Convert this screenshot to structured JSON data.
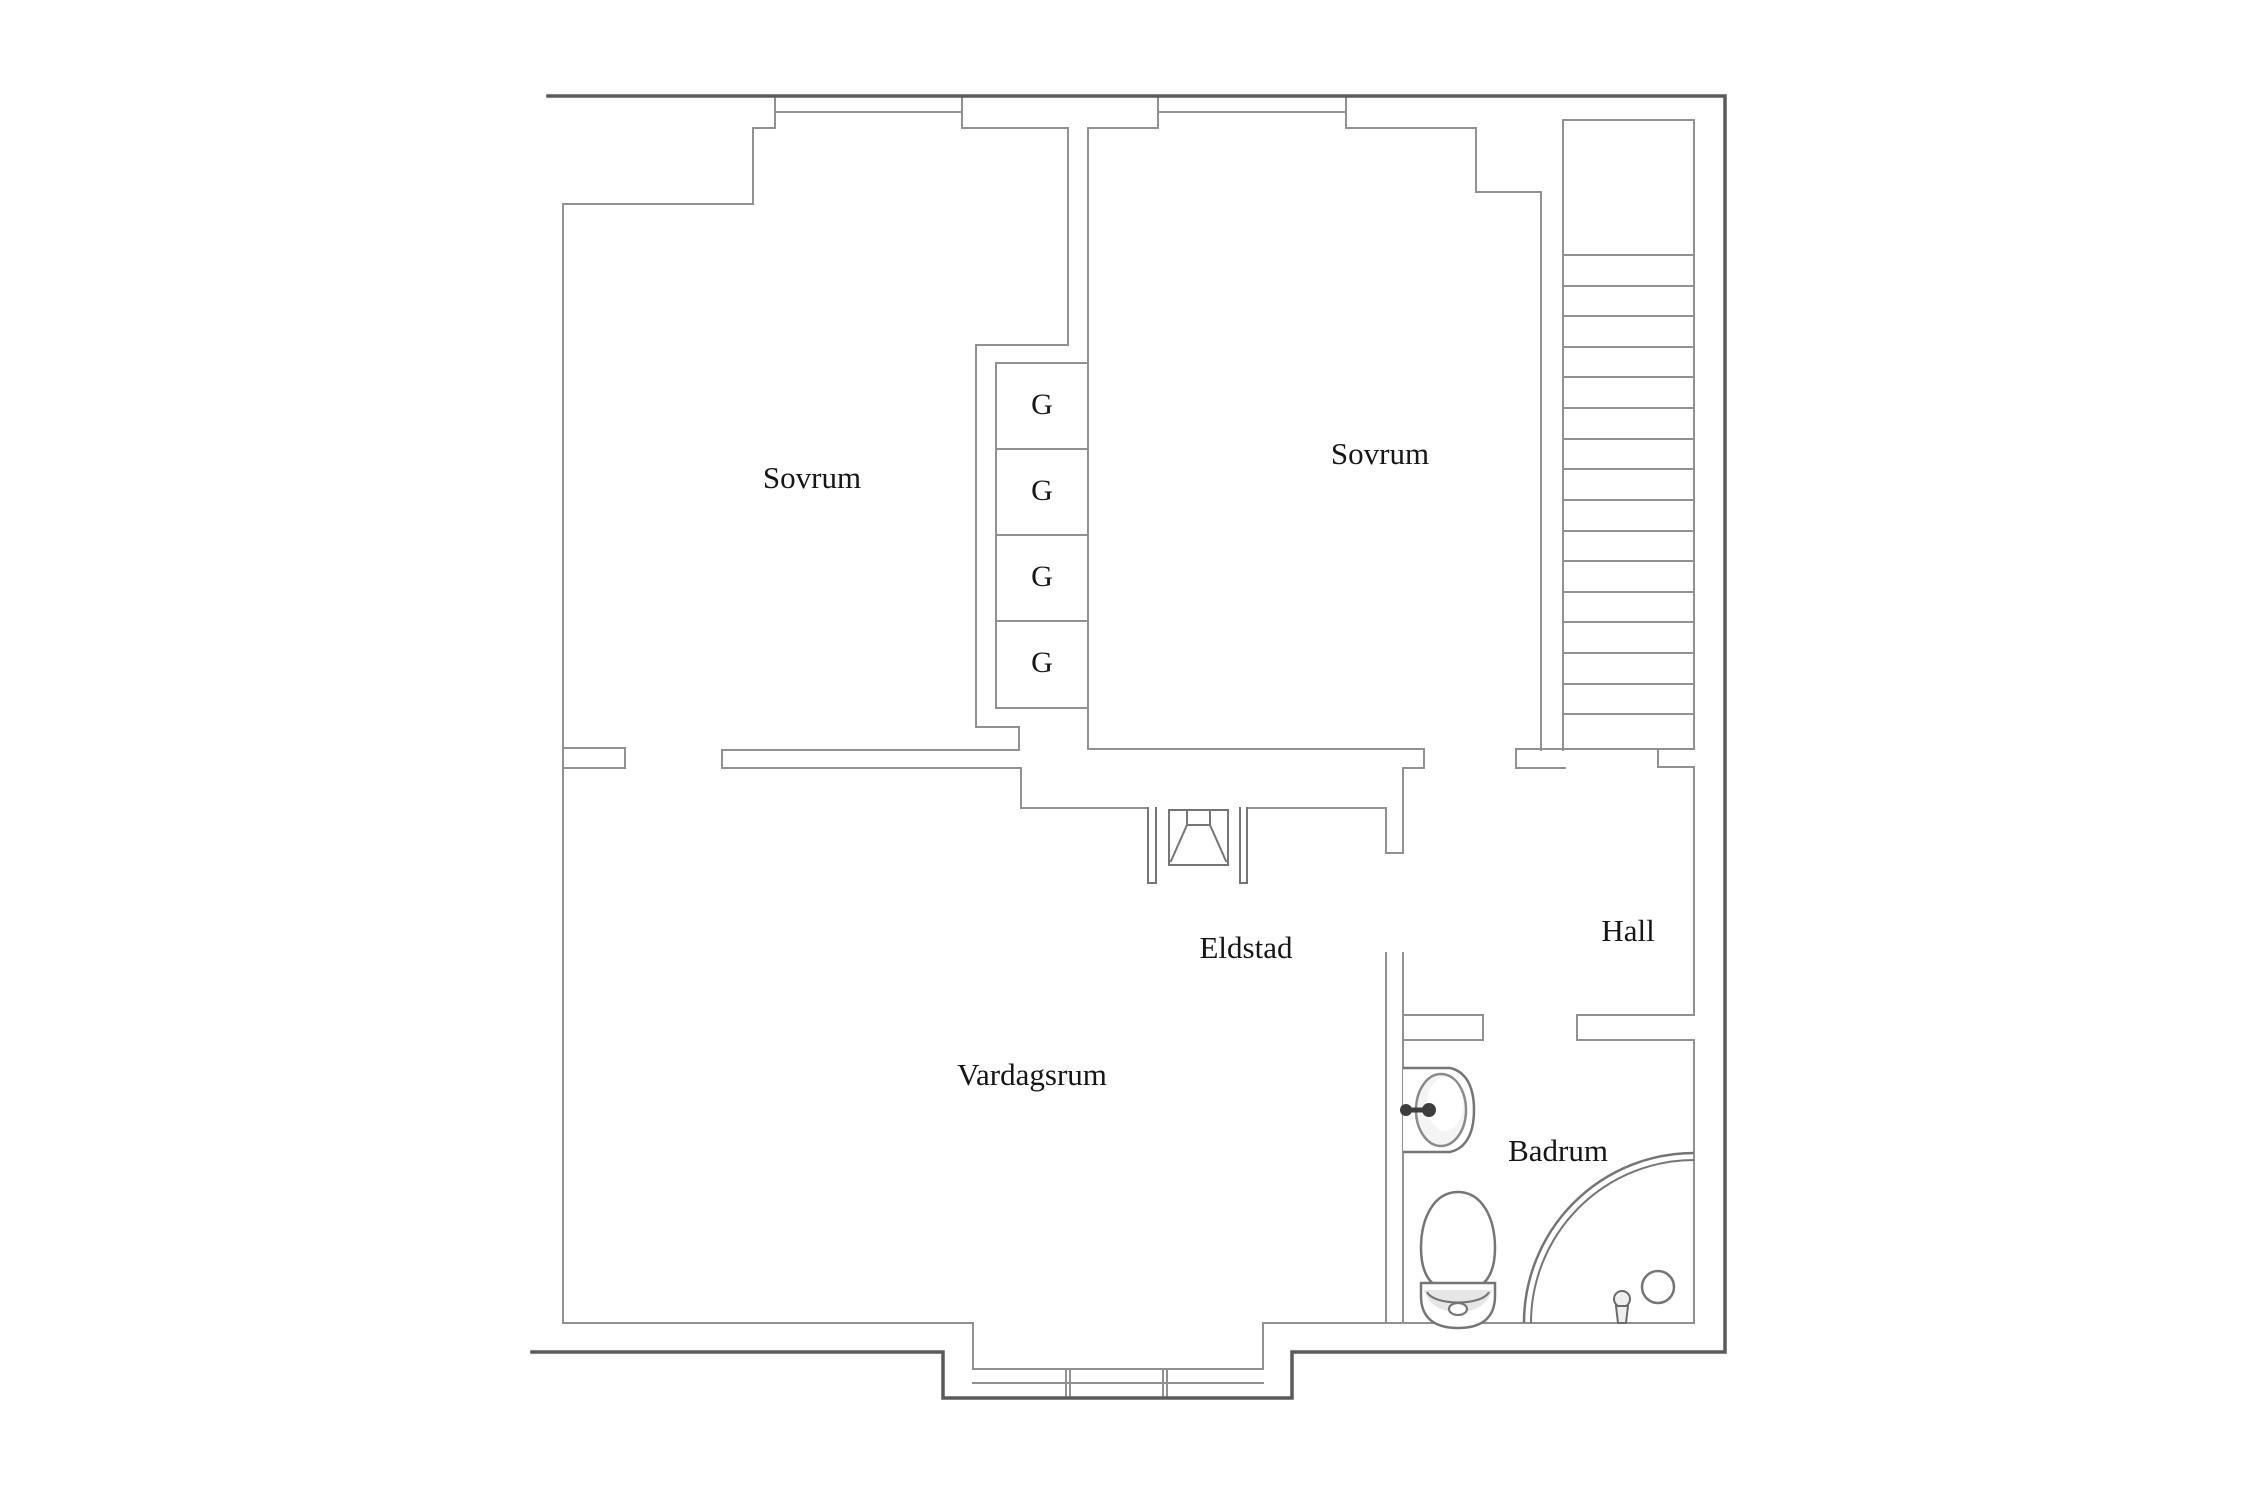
{
  "plan": {
    "title": "apartment-floor-plan",
    "rooms": [
      {
        "id": "sovrum-left",
        "label": "Sovrum"
      },
      {
        "id": "sovrum-right",
        "label": "Sovrum"
      },
      {
        "id": "vardagsrum",
        "label": "Vardagsrum"
      },
      {
        "id": "hall",
        "label": "Hall"
      },
      {
        "id": "badrum",
        "label": "Badrum"
      },
      {
        "id": "eldstad",
        "label": "Eldstad"
      }
    ],
    "closets": {
      "label": "G",
      "count": 4
    },
    "stairs": {
      "tread_count": 16
    },
    "windows": {
      "top_count": 2,
      "bay_section_count": 3
    },
    "fixtures": [
      "fireplace",
      "sink",
      "toilet",
      "shower",
      "floor-drain"
    ],
    "colors": {
      "background": "#ffffff",
      "inner_wall": "#919191",
      "outer_wall": "#5a5a5a",
      "fixture_line": "#757575",
      "fixture_fill": "#eeeeee",
      "faucet_dark": "#3d3d3d",
      "text": "#161616"
    }
  }
}
